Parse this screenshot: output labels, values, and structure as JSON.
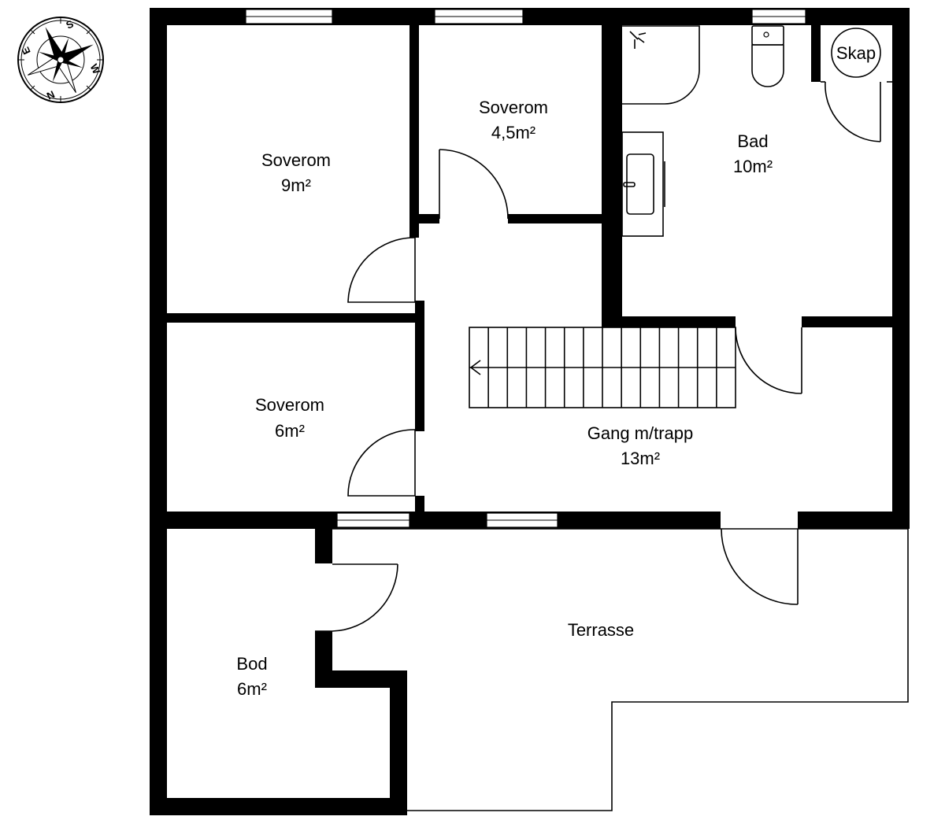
{
  "compass": {
    "letters": {
      "n": "N",
      "s": "S",
      "e": "E",
      "w": "W"
    }
  },
  "rooms": {
    "bedroom_large": {
      "name": "Soverom",
      "area": "9m²"
    },
    "bedroom_small": {
      "name": "Soverom",
      "area": "4,5m²"
    },
    "bedroom_lower": {
      "name": "Soverom",
      "area": "6m²"
    },
    "bathroom": {
      "name": "Bad",
      "area": "10m²"
    },
    "closet": {
      "name": "Skap"
    },
    "hallway": {
      "name": "Gang m/trapp",
      "area": "13m²"
    },
    "storage": {
      "name": "Bod",
      "area": "6m²"
    },
    "terrace": {
      "name": "Terrasse"
    }
  },
  "colors": {
    "wall": "#000000",
    "background": "#ffffff"
  }
}
